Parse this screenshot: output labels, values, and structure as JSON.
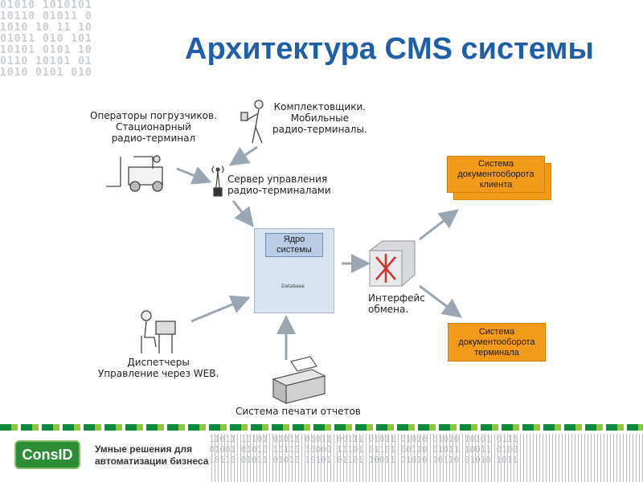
{
  "title": "Архитектура CMS системы",
  "decor": {
    "binary_top_left": "01010 1010101\n10110 01011 0\n1010 10 11 10\n01011 010 101\n10101 0101 10\n0110 10101 01\n1010 0101 010",
    "binary_footer": "11011 10101 01011 01011 00111 01011 01010 01010 10101 0111\n01001 01010 10110 10000 11101 01101 00110 01011 10011 0100\n10110 01011 01010 10101 01101 10011 01010 10110 01010 1011"
  },
  "nodes": {
    "loader_operators": "Операторы погрузчиков.\nСтационарный\nрадио-терминал",
    "pickers": "Комплектовщики.\nМобильные\nрадио-терминалы.",
    "server": "Сервер управления\nрадио-терминалами",
    "core": "Ядро\nсистемы",
    "database": "Database",
    "exchange": "Интерфейс\nобмена.",
    "dispatchers": "Диспетчеры\nУправление через WEB.",
    "print_system": "Система печати отчетов",
    "client_docs": "Система\nдокументооборота\nклиента",
    "terminal_docs": "Система\nдокументооборота\nтерминала"
  },
  "colors": {
    "title": "#1f5ea8",
    "orange": "#f29a1a",
    "arrow": "#9aa6b2",
    "brand_green": "#2c8d35"
  },
  "footer": {
    "logo_text": "ConsID",
    "tagline": "Умные решения для\nавтоматизации бизнеса"
  }
}
